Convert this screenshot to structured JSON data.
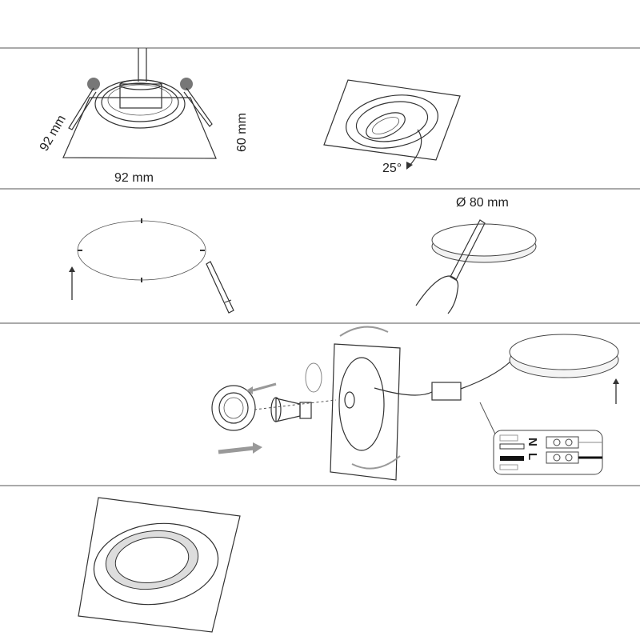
{
  "step1": {
    "depth_label": "92 mm",
    "width_label": "92 mm",
    "height_label": "60 mm",
    "tilt_label": "25°"
  },
  "step2": {
    "cutout_label": "Ø 80 mm"
  },
  "step3": {
    "wiring": {
      "neutral_label": "N",
      "live_label": "L"
    }
  },
  "colors": {
    "line": "#333333",
    "arrow_gray": "#9a9a9a",
    "divider": "#555555"
  }
}
